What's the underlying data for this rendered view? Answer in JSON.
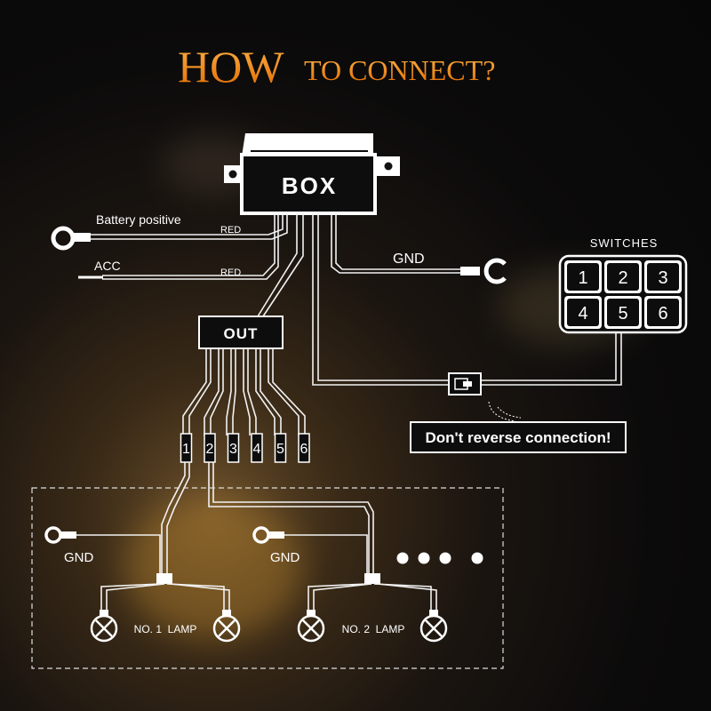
{
  "title": {
    "big": "HOW",
    "rest": "TO CONNECT?"
  },
  "box": {
    "label": "BOX"
  },
  "out": {
    "label": "OUT"
  },
  "leads": {
    "battery": "Battery positive",
    "battery_color": "RED",
    "acc": "ACC",
    "acc_color": "RED",
    "gnd": "GND"
  },
  "switches": {
    "label": "SWITCHES",
    "keys": [
      "1",
      "2",
      "3",
      "4",
      "5",
      "6"
    ]
  },
  "warning": "Don't reverse connection!",
  "out_channels": [
    "1",
    "2",
    "3",
    "4",
    "5",
    "6"
  ],
  "lamps": {
    "gnd_1": "GND",
    "gnd_2": "GND",
    "lamp_1": "NO. 1  LAMP",
    "lamp_2": "NO. 2  LAMP"
  },
  "colors": {
    "title": "#f08a12",
    "background": "#0c0b0b",
    "line": "#ffffff"
  }
}
